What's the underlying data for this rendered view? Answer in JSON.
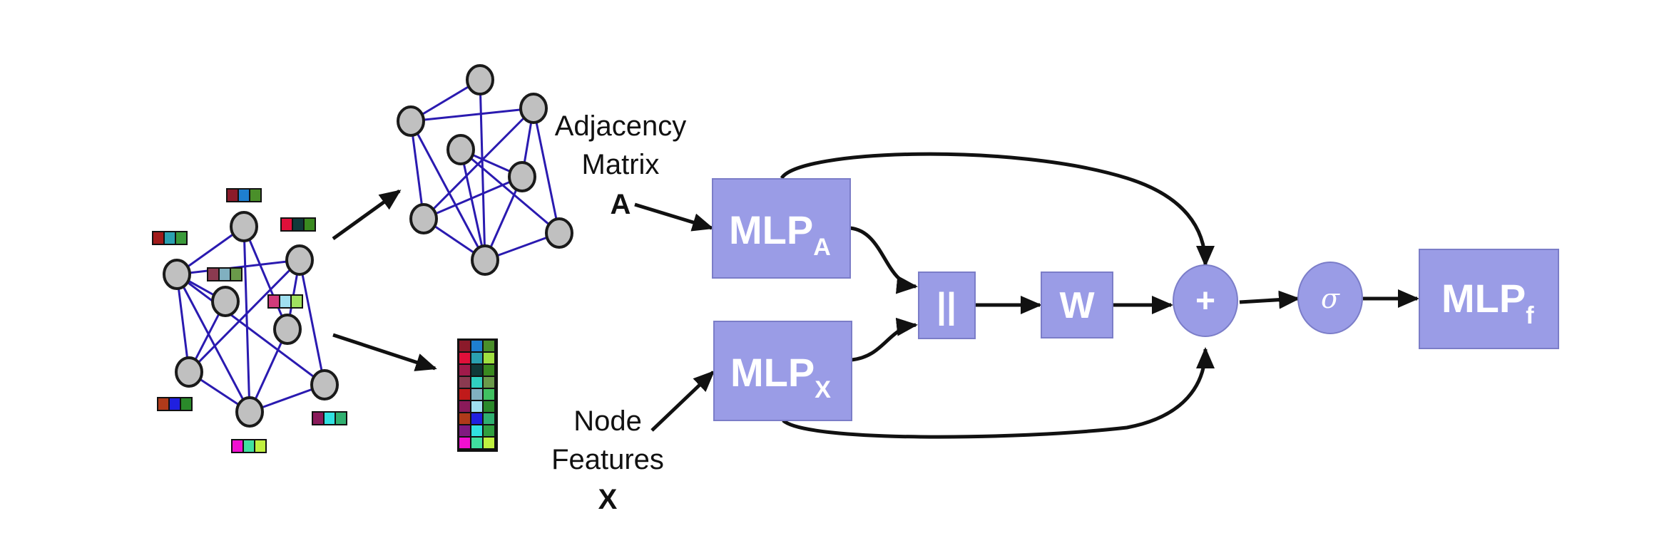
{
  "labels": {
    "adjacency_line1": "Adjacency",
    "adjacency_line2": "Matrix",
    "adjacency_symbol": "A",
    "features_line1": "Node",
    "features_line2": "Features",
    "features_symbol": "X"
  },
  "blocks": {
    "mlp_a": {
      "main": "MLP",
      "sub": "A"
    },
    "mlp_x": {
      "main": "MLP",
      "sub": "X"
    },
    "concat": "||",
    "weight": "W",
    "sum": "+",
    "activation": "σ",
    "mlp_f": {
      "main": "MLP",
      "sub": "f"
    }
  },
  "colors": {
    "block_fill": "#9a9ce6",
    "block_stroke": "#7b7dc8",
    "edge": "#2a1ab0",
    "node_fill": "#c0c0c0",
    "node_stroke": "#1a1a1a",
    "arrow": "#111111"
  },
  "feature_vectors": [
    [
      "#8b1a2a",
      "#1e7fd0",
      "#4a8f2a"
    ],
    [
      "#a01a1a",
      "#2aa0b0",
      "#3a9a3a"
    ],
    [
      "#e0103a",
      "#103a3a",
      "#3a8a20"
    ],
    [
      "#8a3a50",
      "#80b0c0",
      "#6a9a4a"
    ],
    [
      "#d03a7a",
      "#a0e0f0",
      "#a0e060"
    ],
    [
      "#b03a1a",
      "#2020e0",
      "#2a8a2a"
    ],
    [
      "#8a1a5a",
      "#30e0e0",
      "#30b070"
    ],
    [
      "#f010d0",
      "#40e0a0",
      "#c0f040"
    ]
  ],
  "feature_matrix": [
    [
      "#8b1a2a",
      "#1e7fd0",
      "#4a8f2a"
    ],
    [
      "#e0103a",
      "#2aa0b0",
      "#a0e040"
    ],
    [
      "#a01a4a",
      "#103a3a",
      "#3a8a20"
    ],
    [
      "#8a3a50",
      "#30d0c0",
      "#6a9a4a"
    ],
    [
      "#c01a1a",
      "#80b0c0",
      "#40c060"
    ],
    [
      "#8a1a5a",
      "#a0e0f0",
      "#2a8a2a"
    ],
    [
      "#b03a1a",
      "#2020e0",
      "#30b070"
    ],
    [
      "#801a80",
      "#30e0e0",
      "#30a040"
    ],
    [
      "#f010d0",
      "#40e0a0",
      "#c0f040"
    ]
  ]
}
